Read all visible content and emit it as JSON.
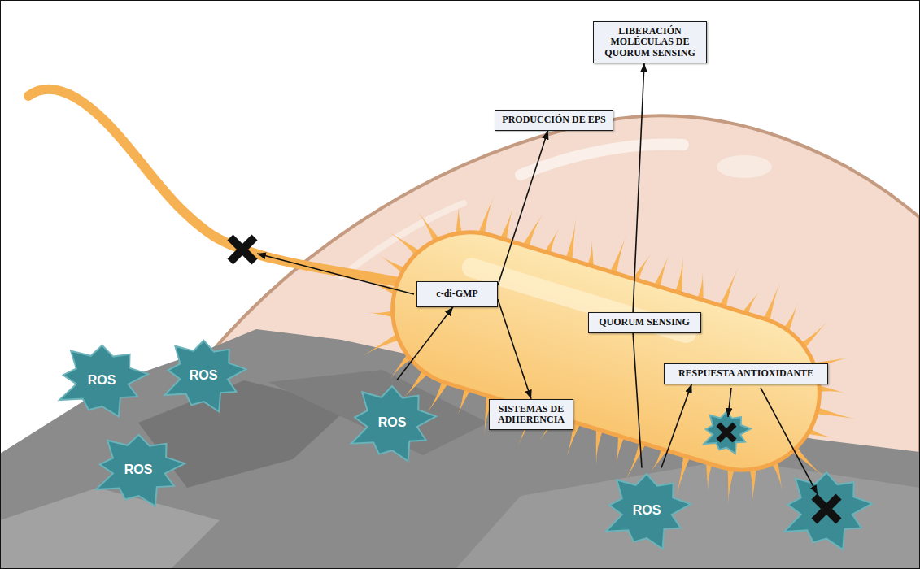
{
  "diagram": {
    "nodes": [
      {
        "text": [
          "LIBERACIÓN MOLÉCULAS DE QUORUM SENSING"
        ]
      },
      {
        "text": [
          "PRODUCCIÓN DE EPS"
        ]
      },
      {
        "text": [
          "c-di-GMP"
        ]
      },
      {
        "text": [
          "QUORUM SENSING"
        ]
      },
      {
        "text": [
          "RESPUESTA ANTIOXIDANTE"
        ]
      },
      {
        "text": [
          "ROS"
        ]
      },
      {
        "text": [
          "ROS"
        ]
      },
      {
        "text": [
          "SISTEMAS DE ADHERENCIA"
        ]
      },
      {
        "text": [
          "ROS"
        ]
      },
      {
        "text": [
          "ROS"
        ]
      },
      {
        "text": [
          "ROS"
        ]
      }
    ],
    "edges": [
      {
        "from": 8,
        "to": 2,
        "arrow": "to"
      },
      {
        "from": 2,
        "to": 1,
        "arrow": "to"
      },
      {
        "from": 2,
        "to": 7,
        "arrow": "to"
      },
      {
        "from": 10,
        "to": 3,
        "arrow": "none"
      },
      {
        "from": 3,
        "to": 0,
        "arrow": "to"
      },
      {
        "from": 10,
        "to": 4,
        "arrow": "to"
      }
    ]
  }
}
